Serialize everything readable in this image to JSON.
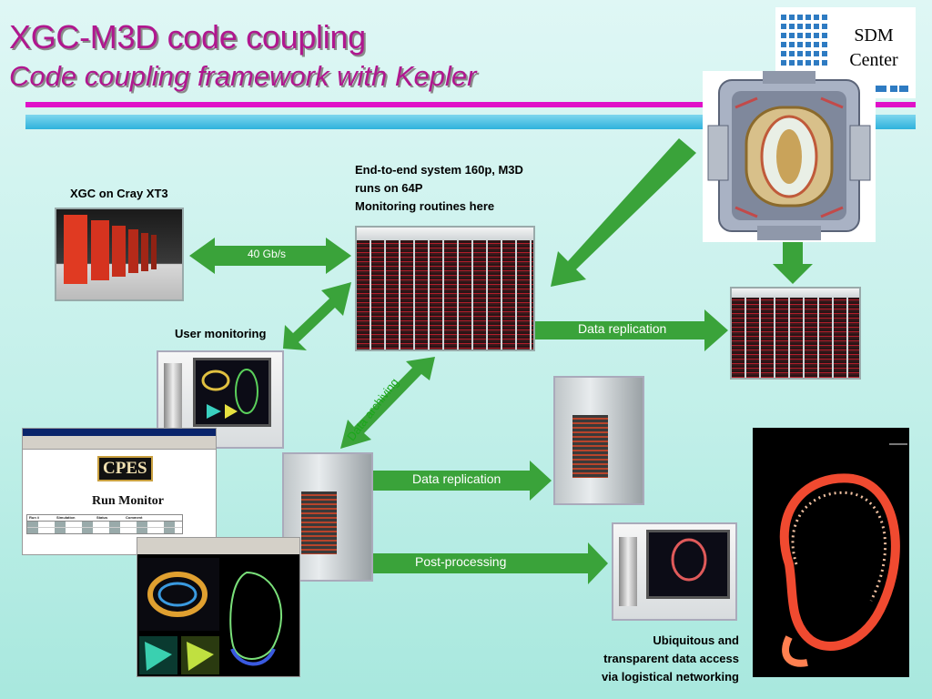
{
  "title": "XGC-M3D code coupling",
  "subtitle": "Code coupling framework with Kepler",
  "logo": {
    "text_line1": "SDM",
    "text_line2": "Center"
  },
  "labels": {
    "xgc_cray": "XGC on Cray XT3",
    "end_to_end_line1": "End-to-end system 160p, M3D",
    "end_to_end_line2": "runs on 64P",
    "end_to_end_line3": "Monitoring routines here",
    "user_monitoring": "User monitoring",
    "ubiquitous_line1": "Ubiquitous and",
    "ubiquitous_line2": "transparent data access",
    "ubiquitous_line3": "via logistical networking"
  },
  "arrows": {
    "link_speed": "40 Gb/s",
    "data_replication_top": "Data replication",
    "data_archiving": "Data archiving",
    "data_replication_bottom": "Data replication",
    "post_processing": "Post-processing"
  },
  "run_monitor": {
    "logo": "CPES",
    "heading": "Run Monitor",
    "columns": [
      "Run #",
      "Simulation",
      "Status",
      "Comment"
    ]
  },
  "colors": {
    "title": "#b0178f",
    "arrow": "#3aa33a",
    "pink_bar": "#e011c8",
    "blue_bar": "#2fb2dc"
  }
}
